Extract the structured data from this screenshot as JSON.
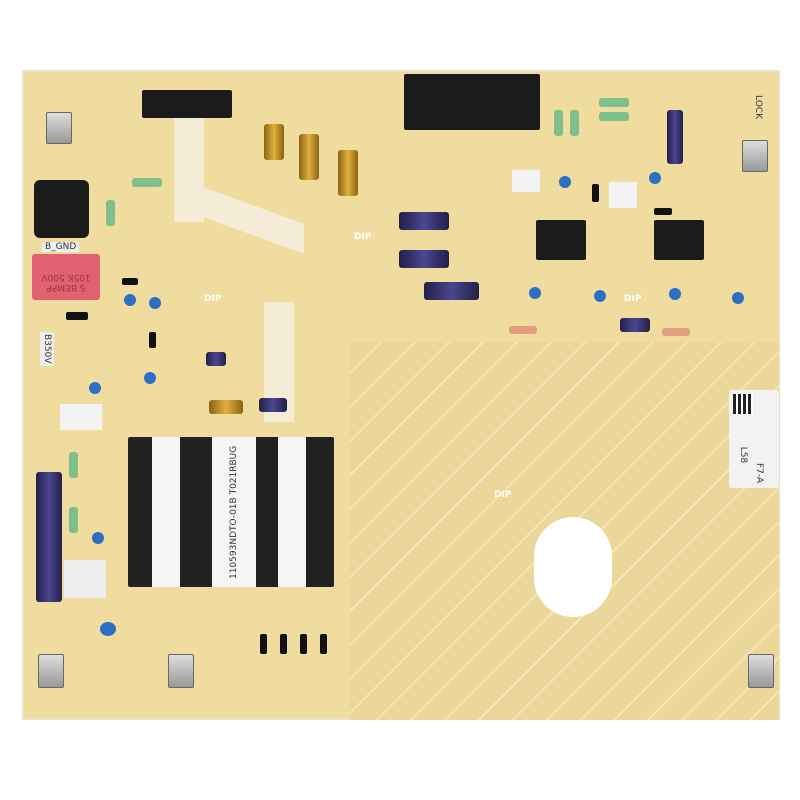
{
  "board": {
    "labels": {
      "bgnd": "B_GND",
      "b350v": "B350V",
      "lock": "LOCK",
      "dip": "DIP"
    },
    "film_capacitor": {
      "line1": "S BEMPP",
      "line2": "105K 500V"
    },
    "transformer": {
      "line1": "110593ND",
      "line2": "TO-01B T021RBUG"
    },
    "product_label": {
      "line1": "L58",
      "line2": "F7-A"
    },
    "colors": {
      "pcb": "#f0dc9e",
      "silkscreen": "#f4ecd6",
      "film_cap": "#e06270",
      "cap_blue": "#2d6fc4"
    }
  }
}
